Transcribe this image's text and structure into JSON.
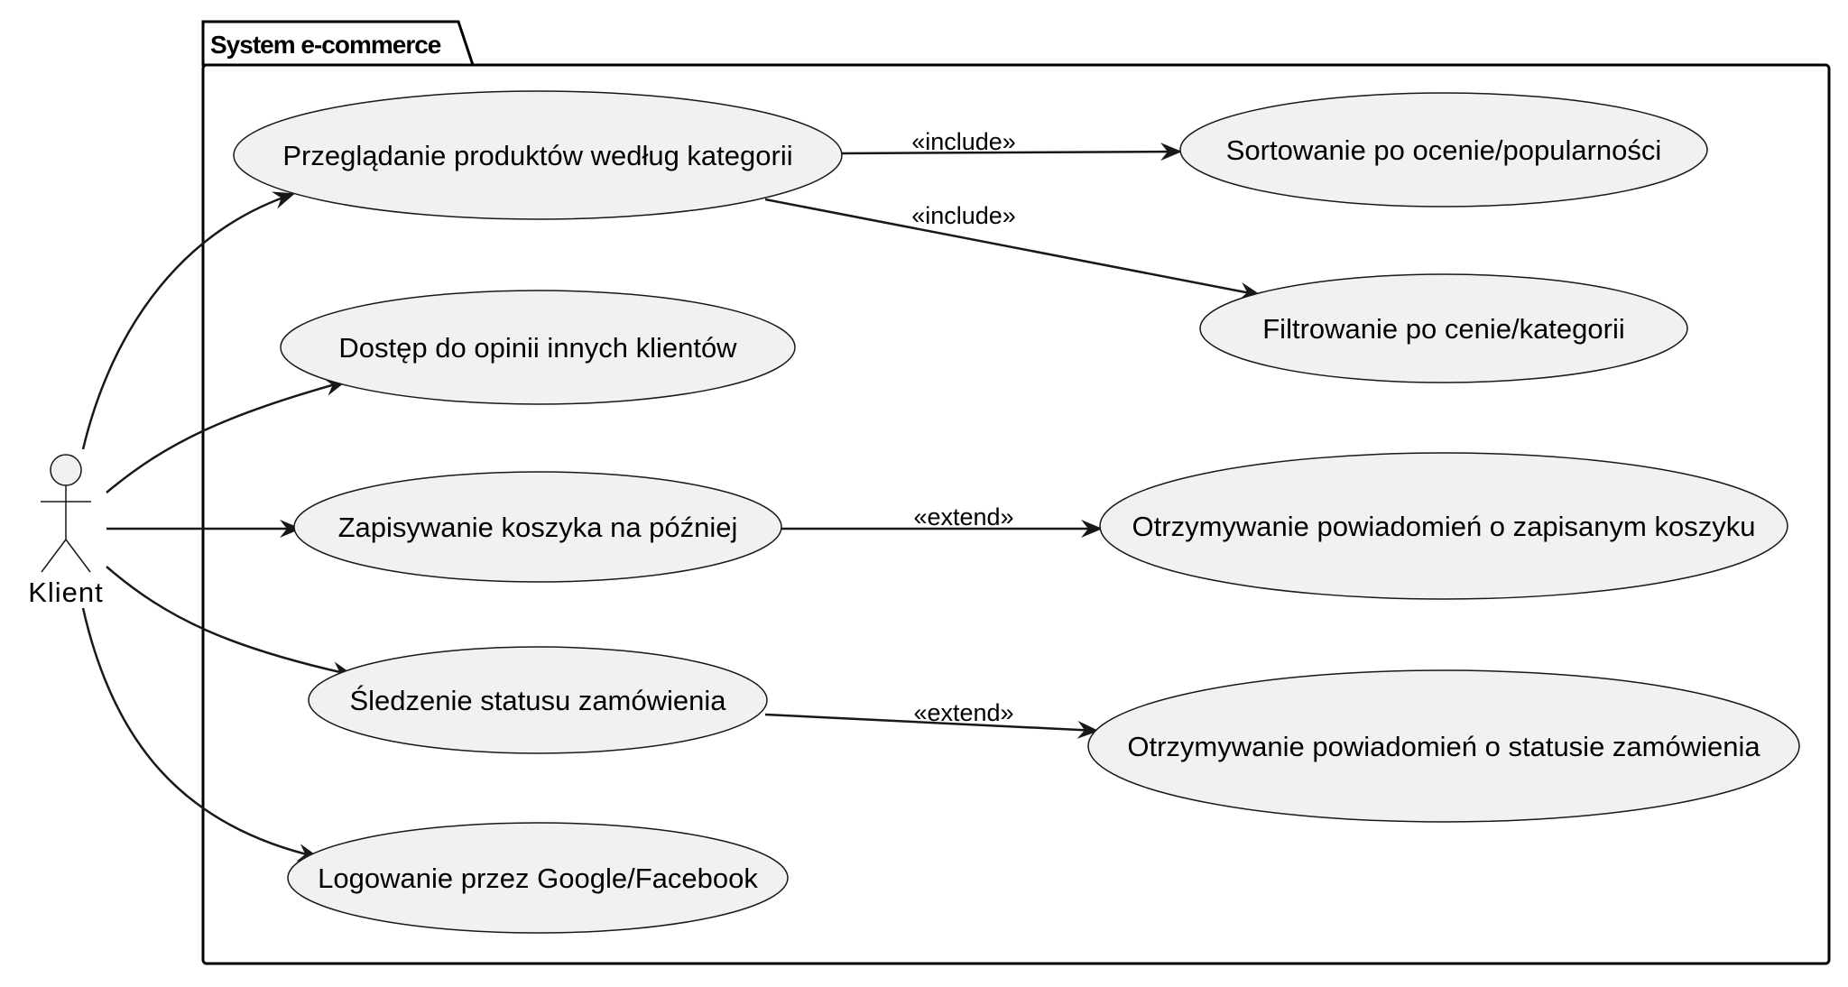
{
  "package": {
    "title": "System e-commerce"
  },
  "actor": {
    "name": "Klient"
  },
  "use_cases": {
    "browse": "Przeglądanie produktów według kategorii",
    "reviews": "Dostęp do opinii innych klientów",
    "save_cart": "Zapisywanie koszyka na później",
    "track": "Śledzenie statusu zamówienia",
    "login": "Logowanie przez Google/Facebook",
    "sort": "Sortowanie po ocenie/popularności",
    "filter": "Filtrowanie po cenie/kategorii",
    "cart_notify": "Otrzymywanie powiadomień o zapisanym koszyku",
    "status_notify": "Otrzymywanie powiadomień o statusie zamówienia"
  },
  "relations": {
    "include_1": "«include»",
    "include_2": "«include»",
    "extend_1": "«extend»",
    "extend_2": "«extend»"
  },
  "colors": {
    "use_case_fill": "#f1f1f1",
    "stroke": "#181818",
    "background": "#ffffff"
  }
}
